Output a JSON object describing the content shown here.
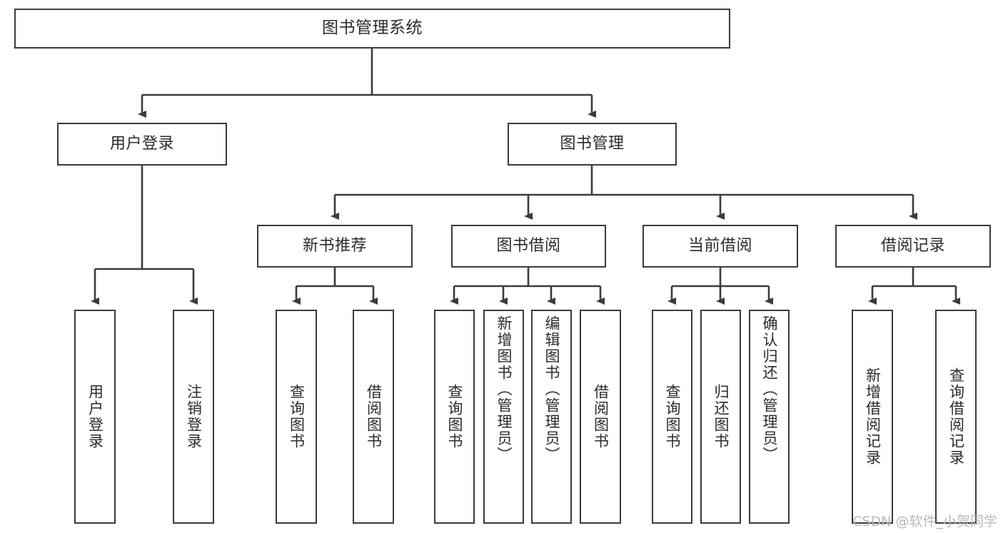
{
  "diagram": {
    "type": "tree",
    "title": "图书管理系统",
    "watermark": "CSDN @软件_小贺同学",
    "colors": {
      "stroke": "#3b3b3b",
      "fill": "#ffffff",
      "text": "#2b2b2b",
      "watermark": "#b9b9b9"
    },
    "nodes": {
      "root": {
        "label": "图书管理系统"
      },
      "level2": [
        {
          "id": "user-login",
          "label": "用户登录"
        },
        {
          "id": "book-manage",
          "label": "图书管理"
        }
      ],
      "level3": [
        {
          "id": "new-book-rec",
          "label": "新书推荐"
        },
        {
          "id": "book-borrow",
          "label": "图书借阅"
        },
        {
          "id": "current-borrow",
          "label": "当前借阅"
        },
        {
          "id": "borrow-record",
          "label": "借阅记录"
        }
      ],
      "leaves": {
        "user-login": [
          {
            "id": "leaf-user-login",
            "label": "用户登录"
          },
          {
            "id": "leaf-user-logout",
            "label": "注销登录"
          }
        ],
        "new-book-rec": [
          {
            "id": "leaf-query-book-1",
            "label": "查询图书"
          },
          {
            "id": "leaf-borrow-book-1",
            "label": "借阅图书"
          }
        ],
        "book-borrow": [
          {
            "id": "leaf-query-book-2",
            "label": "查询图书"
          },
          {
            "id": "leaf-add-book",
            "label": "新增图书（管理员）"
          },
          {
            "id": "leaf-edit-book",
            "label": "编辑图书（管理员）"
          },
          {
            "id": "leaf-borrow-book-2",
            "label": "借阅图书"
          }
        ],
        "current-borrow": [
          {
            "id": "leaf-query-book-3",
            "label": "查询图书"
          },
          {
            "id": "leaf-return-book",
            "label": "归还图书"
          },
          {
            "id": "leaf-confirm-return",
            "label": "确认归还（管理员）"
          }
        ],
        "borrow-record": [
          {
            "id": "leaf-add-record",
            "label": "新增借阅记录"
          },
          {
            "id": "leaf-query-record",
            "label": "查询借阅记录"
          }
        ]
      }
    },
    "edges": [
      {
        "from": "图书管理系统",
        "to": "用户登录"
      },
      {
        "from": "图书管理系统",
        "to": "图书管理"
      },
      {
        "from": "用户登录",
        "to": "用户登录"
      },
      {
        "from": "用户登录",
        "to": "注销登录"
      },
      {
        "from": "图书管理",
        "to": "新书推荐"
      },
      {
        "from": "图书管理",
        "to": "图书借阅"
      },
      {
        "from": "图书管理",
        "to": "当前借阅"
      },
      {
        "from": "图书管理",
        "to": "借阅记录"
      },
      {
        "from": "新书推荐",
        "to": "查询图书"
      },
      {
        "from": "新书推荐",
        "to": "借阅图书"
      },
      {
        "from": "图书借阅",
        "to": "查询图书"
      },
      {
        "from": "图书借阅",
        "to": "新增图书（管理员）"
      },
      {
        "from": "图书借阅",
        "to": "编辑图书（管理员）"
      },
      {
        "from": "图书借阅",
        "to": "借阅图书"
      },
      {
        "from": "当前借阅",
        "to": "查询图书"
      },
      {
        "from": "当前借阅",
        "to": "归还图书"
      },
      {
        "from": "当前借阅",
        "to": "确认归还（管理员）"
      },
      {
        "from": "借阅记录",
        "to": "新增借阅记录"
      },
      {
        "from": "借阅记录",
        "to": "查询借阅记录"
      }
    ]
  }
}
